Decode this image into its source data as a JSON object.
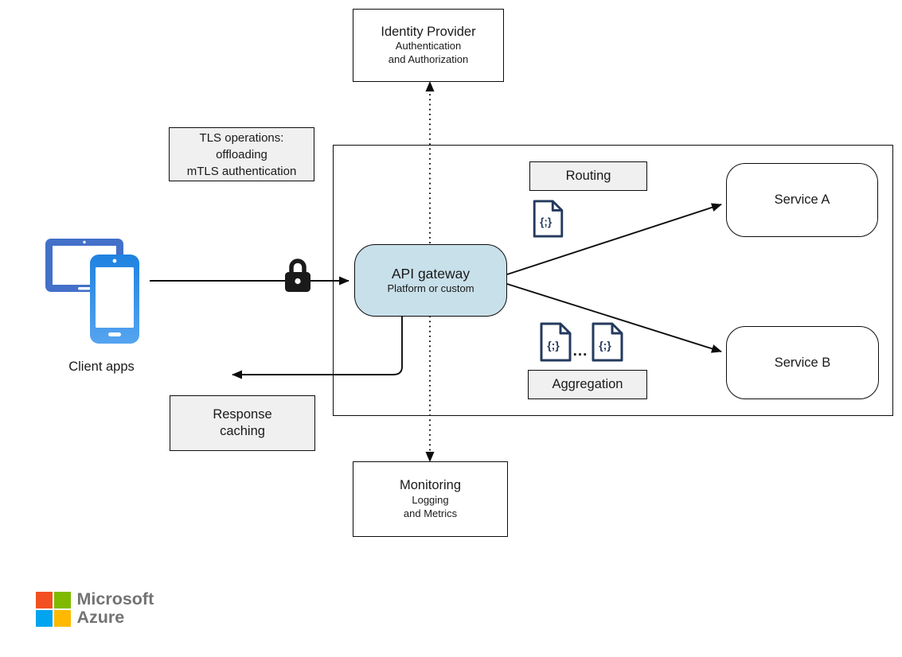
{
  "diagram": {
    "identity_provider": {
      "title": "Identity Provider",
      "subtitle_line1": "Authentication",
      "subtitle_line2": "and Authorization"
    },
    "tls_operations": {
      "line1": "TLS operations:",
      "line2": "offloading",
      "line3": "mTLS authentication"
    },
    "client_apps": {
      "label": "Client apps"
    },
    "api_gateway": {
      "title": "API gateway",
      "subtitle": "Platform or custom"
    },
    "routing_label": "Routing",
    "aggregation_label": "Aggregation",
    "ellipsis": "...",
    "service_a_label": "Service A",
    "service_b_label": "Service B",
    "response_caching": {
      "line1": "Response",
      "line2": "caching"
    },
    "monitoring": {
      "title": "Monitoring",
      "subtitle_line1": "Logging",
      "subtitle_line2": "and Metrics"
    },
    "doc_glyph": "{;}",
    "colors": {
      "gateway_fill": "#C8E0EA",
      "label_box_fill": "#F0F0F0",
      "line": "#1A1A1A",
      "doc_icon": "#243A5E",
      "tablet_blue": "#4370C9",
      "phone_blue_top": "#1F82E0",
      "phone_blue_bottom": "#55A4F0"
    }
  },
  "icons": {
    "lock_icon": "padlock (TLS security)",
    "client_devices_icon": "tablet and smartphone",
    "document_icon": "code document {;}"
  },
  "logo": {
    "line1": "Microsoft",
    "line2": "Azure",
    "text_color": "#737373",
    "squares": {
      "top_left": "#F25022",
      "top_right": "#7FBA00",
      "bottom_left": "#00A4EF",
      "bottom_right": "#FFB900"
    }
  }
}
